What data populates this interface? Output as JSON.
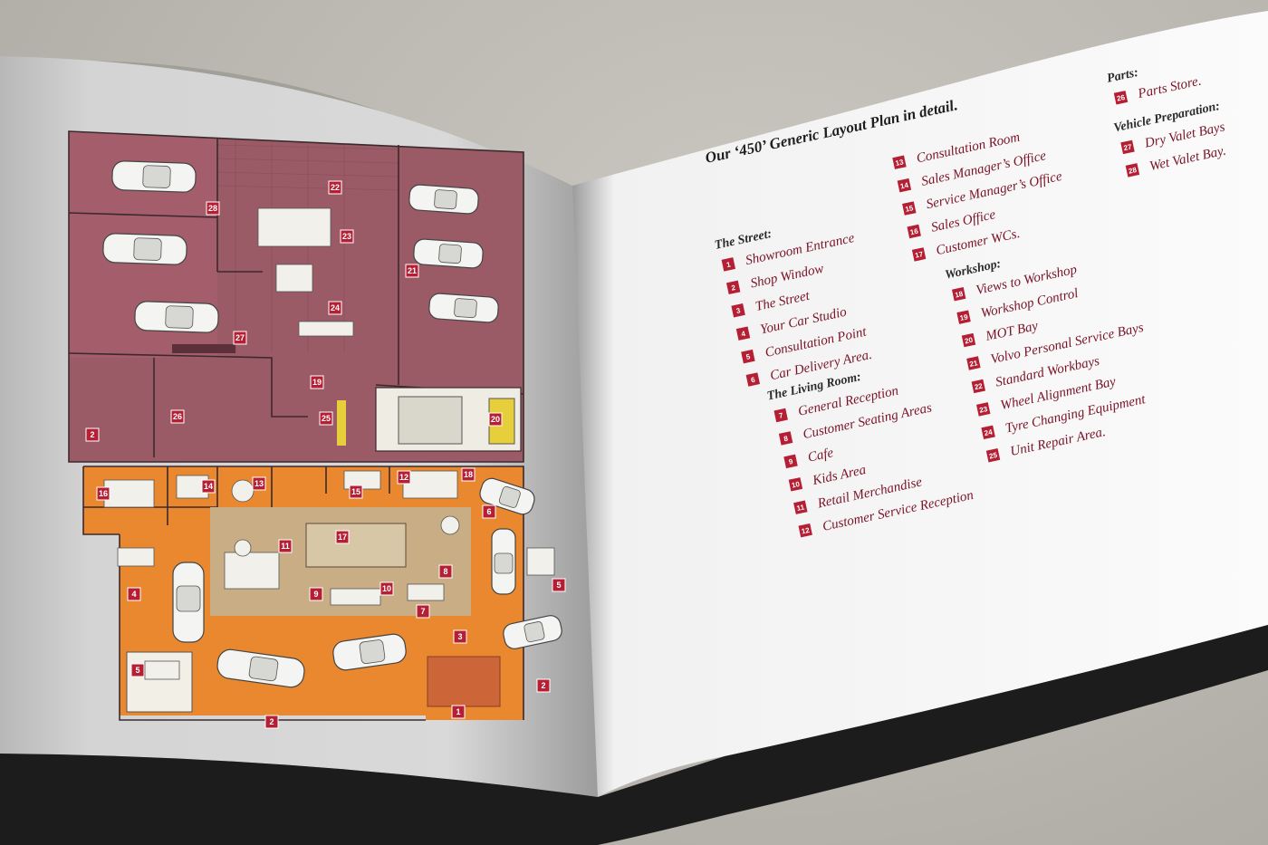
{
  "page_title": "Our ‘450’ Generic Layout Plan in detail.",
  "plan_markers": [
    {
      "num": "1"
    },
    {
      "num": "2"
    },
    {
      "num": "2"
    },
    {
      "num": "3"
    },
    {
      "num": "4"
    },
    {
      "num": "5"
    },
    {
      "num": "5"
    },
    {
      "num": "6"
    },
    {
      "num": "7"
    },
    {
      "num": "8"
    },
    {
      "num": "9"
    },
    {
      "num": "10"
    },
    {
      "num": "11"
    },
    {
      "num": "12"
    },
    {
      "num": "13"
    },
    {
      "num": "14"
    },
    {
      "num": "15"
    },
    {
      "num": "16"
    },
    {
      "num": "17"
    },
    {
      "num": "18"
    },
    {
      "num": "19"
    },
    {
      "num": "20"
    },
    {
      "num": "21"
    },
    {
      "num": "22"
    },
    {
      "num": "23"
    },
    {
      "num": "24"
    },
    {
      "num": "25"
    },
    {
      "num": "26"
    },
    {
      "num": "27"
    },
    {
      "num": "28"
    },
    {
      "num": "2"
    }
  ],
  "legend": {
    "street": {
      "heading": "The Street:",
      "items": [
        {
          "num": "1",
          "label": "Showroom Entrance"
        },
        {
          "num": "2",
          "label": "Shop Window"
        },
        {
          "num": "3",
          "label": "The Street"
        },
        {
          "num": "4",
          "label": "Your Car Studio"
        },
        {
          "num": "5",
          "label": "Consultation Point"
        },
        {
          "num": "6",
          "label": "Car Delivery Area."
        }
      ]
    },
    "living_room": {
      "heading": "The Living Room:",
      "items": [
        {
          "num": "7",
          "label": "General Reception"
        },
        {
          "num": "8",
          "label": "Customer Seating Areas"
        },
        {
          "num": "9",
          "label": "Cafe"
        },
        {
          "num": "10",
          "label": "Kids Area"
        },
        {
          "num": "11",
          "label": "Retail Merchandise"
        },
        {
          "num": "12",
          "label": "Customer Service Reception"
        }
      ]
    },
    "offices": {
      "items": [
        {
          "num": "13",
          "label": "Consultation Room"
        },
        {
          "num": "14",
          "label": "Sales Manager’s Office"
        },
        {
          "num": "15",
          "label": "Service Manager’s Office"
        },
        {
          "num": "16",
          "label": "Sales Office"
        },
        {
          "num": "17",
          "label": "Customer WCs."
        }
      ]
    },
    "workshop": {
      "heading": "Workshop:",
      "items": [
        {
          "num": "18",
          "label": "Views to Workshop"
        },
        {
          "num": "19",
          "label": "Workshop Control"
        },
        {
          "num": "20",
          "label": "MOT Bay"
        },
        {
          "num": "21",
          "label": "Volvo Personal Service Bays"
        },
        {
          "num": "22",
          "label": "Standard Workbays"
        },
        {
          "num": "23",
          "label": "Wheel Alignment Bay"
        },
        {
          "num": "24",
          "label": "Tyre Changing Equipment"
        },
        {
          "num": "25",
          "label": "Unit Repair Area."
        }
      ]
    },
    "parts": {
      "heading": "Parts:",
      "items": [
        {
          "num": "26",
          "label": "Parts Store."
        }
      ]
    },
    "vehicle_prep": {
      "heading": "Vehicle Preparation:",
      "items": [
        {
          "num": "27",
          "label": "Dry Valet Bays"
        },
        {
          "num": "28",
          "label": "Wet Valet Bay."
        }
      ]
    }
  },
  "colors": {
    "workshop_fill": "#9a5a66",
    "showroom_fill": "#e9882f",
    "living_room_fill": "#c9ae85",
    "marker_red": "#b51f34"
  }
}
